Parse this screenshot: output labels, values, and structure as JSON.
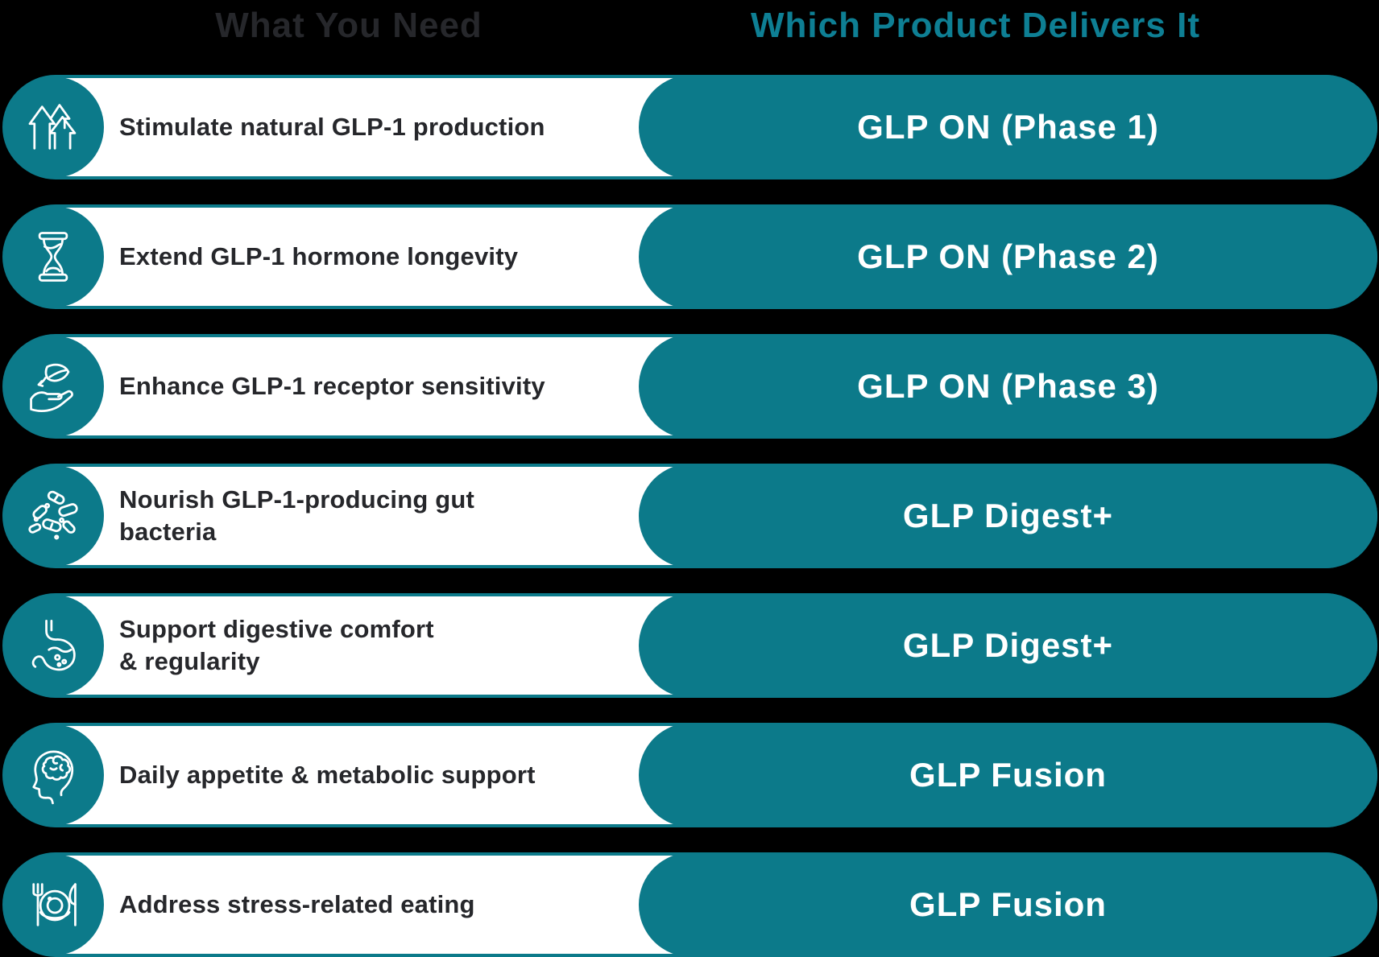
{
  "colors": {
    "bg": "#000000",
    "teal": "#0c7a8a",
    "teal-header": "#0e7f94",
    "ink": "#26272b",
    "paper": "#ffffff"
  },
  "header": {
    "left": "What You Need",
    "right": "Which Product Delivers It"
  },
  "rows": [
    {
      "icon": "arrows-up-icon",
      "need": "Stimulate natural GLP-1 production",
      "product": "GLP ON (Phase 1)"
    },
    {
      "icon": "hourglass-icon",
      "need": "Extend GLP-1 hormone longevity",
      "product": "GLP ON (Phase 2)"
    },
    {
      "icon": "leaf-hand-icon",
      "need": "Enhance GLP-1 receptor sensitivity",
      "product": "GLP ON (Phase 3)"
    },
    {
      "icon": "gut-bacteria-icon",
      "need": "Nourish GLP-1-producing gut\nbacteria",
      "product": "GLP Digest+"
    },
    {
      "icon": "stomach-icon",
      "need": "Support digestive comfort\n& regularity",
      "product": "GLP Digest+"
    },
    {
      "icon": "brain-head-icon",
      "need": "Daily appetite & metabolic support",
      "product": "GLP Fusion"
    },
    {
      "icon": "plate-cutlery-icon",
      "need": "Address stress-related eating",
      "product": "GLP Fusion"
    }
  ]
}
